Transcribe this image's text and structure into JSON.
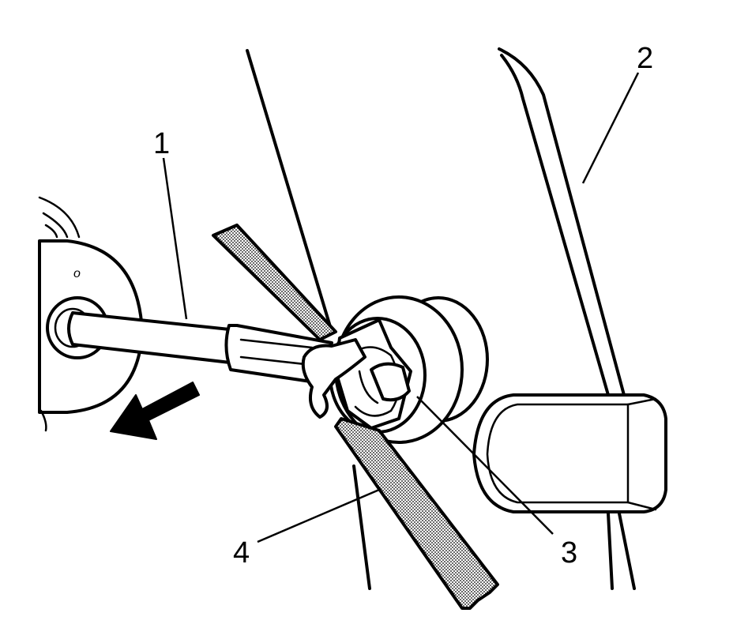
{
  "colors": {
    "ink": "#000000",
    "paper": "#ffffff",
    "stipple": "#7a7a7a"
  },
  "icons": {
    "direction_arrow": "arrow-down-left-icon"
  },
  "callouts": [
    {
      "id": "1",
      "label": "1"
    },
    {
      "id": "2",
      "label": "2"
    },
    {
      "id": "3",
      "label": "3"
    },
    {
      "id": "4",
      "label": "4"
    }
  ],
  "marks": {
    "hub_mark": "o"
  }
}
